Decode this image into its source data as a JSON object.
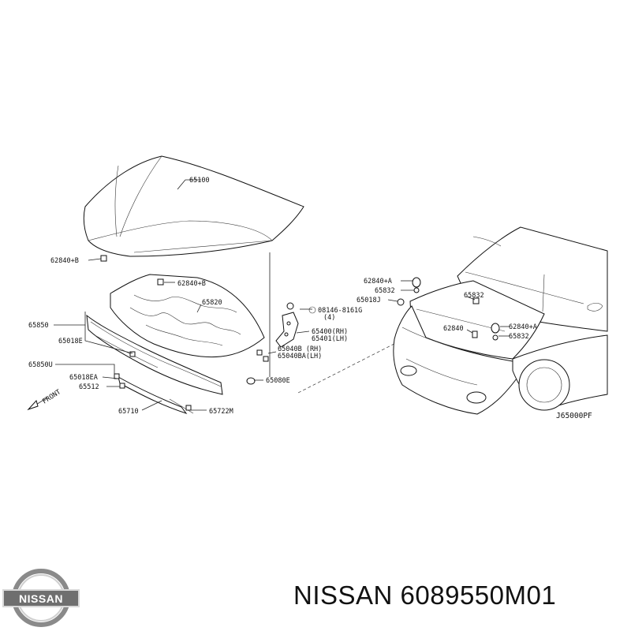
{
  "diagram": {
    "code": "J65000PF",
    "front_label": "FRONT",
    "callouts": {
      "c65100": "65100",
      "c62840b_left": "62840+B",
      "c62840b_mid": "62840+B",
      "c65820": "65820",
      "c65850": "65850",
      "c65018e": "65018E",
      "c65850u": "65850U",
      "c65018ea": "65018EA",
      "c65512": "65512",
      "c65710": "65710",
      "c65722m": "65722M",
      "c08146": "08146-8161G",
      "c08146_qty": "(4)",
      "c65400": "65400(RH)",
      "c65401": "65401(LH)",
      "c65040b": "65040B (RH)",
      "c65040ba": "65040BA(LH)",
      "c65080e": "65080E",
      "c62840a_top": "62840+A",
      "c65832_top": "65832",
      "c65018j": "65018J",
      "c65832_r1": "65832",
      "c62840_r": "62840",
      "c62840a_r": "62840+A",
      "c65832_r2": "65832"
    }
  },
  "footer": {
    "brand_logo_text": "NISSAN",
    "part_text": "NISSAN 6089550M01"
  }
}
